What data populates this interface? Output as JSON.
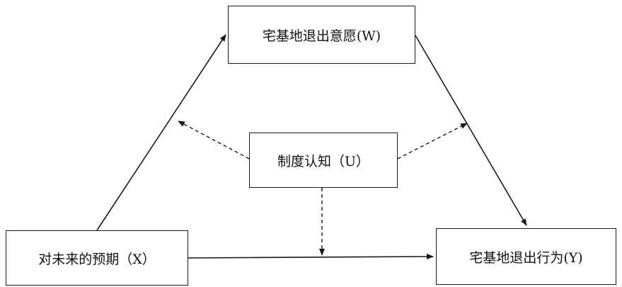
{
  "diagram": {
    "nodes": {
      "w": {
        "label": "宅基地退出意愿(W)"
      },
      "u": {
        "label": "制度认知（U）"
      },
      "x": {
        "label": "对未来的预期（X）"
      },
      "y": {
        "label": "宅基地退出行为(Y)"
      }
    },
    "edges": [
      {
        "from": "x",
        "to": "w",
        "style": "solid"
      },
      {
        "from": "w",
        "to": "y",
        "style": "solid"
      },
      {
        "from": "x",
        "to": "y",
        "style": "solid"
      },
      {
        "from": "u",
        "to": "x-w path",
        "style": "dashed"
      },
      {
        "from": "u",
        "to": "w-y path",
        "style": "dashed"
      },
      {
        "from": "u",
        "to": "x-y path",
        "style": "dashed"
      }
    ],
    "colors": {
      "line": "#1a1a1a",
      "background": "#ffffff"
    }
  }
}
